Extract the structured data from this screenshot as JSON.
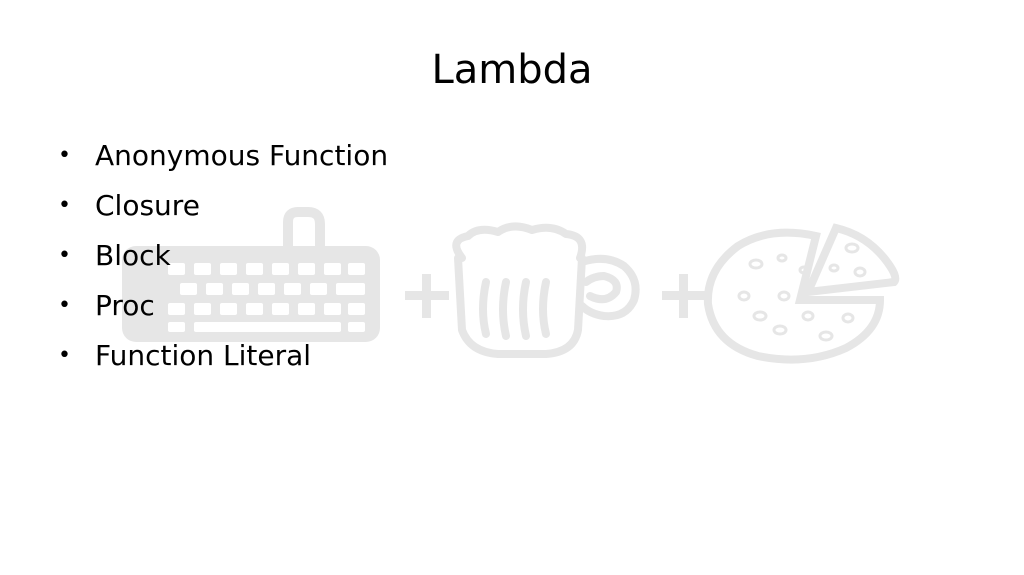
{
  "slide": {
    "title": "Lambda",
    "bullets": [
      "Anonymous Function",
      "Closure",
      "Block",
      "Proc",
      "Function Literal"
    ],
    "bullet_glyph": "•"
  },
  "watermark": {
    "icons": [
      "keyboard-icon",
      "plus-icon",
      "beer-mug-icon",
      "plus-icon",
      "pizza-icon"
    ],
    "color": "#e6e6e6"
  }
}
